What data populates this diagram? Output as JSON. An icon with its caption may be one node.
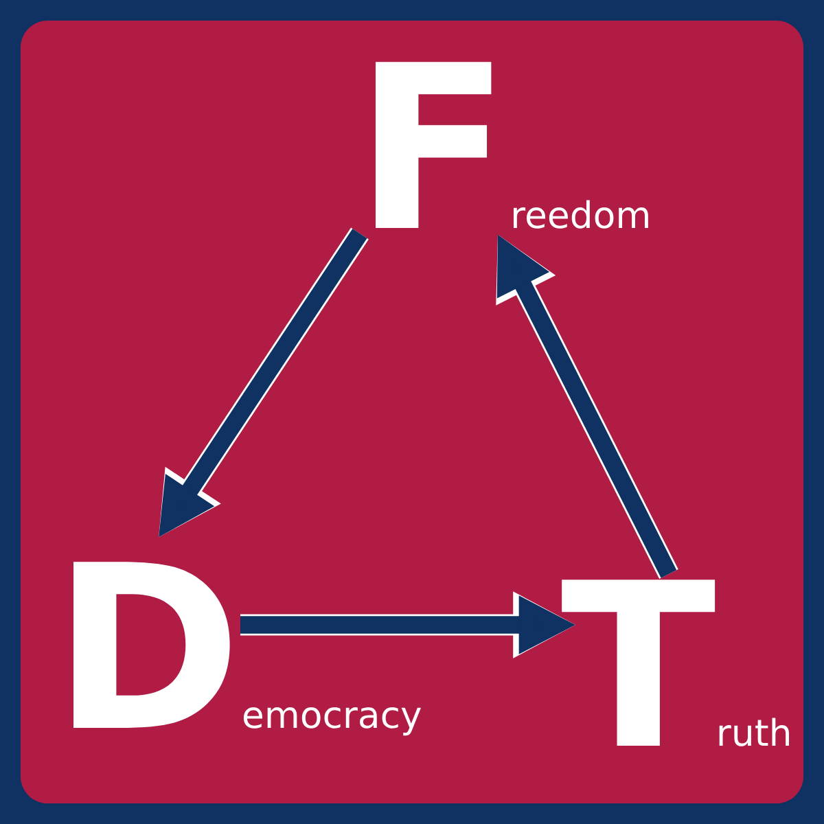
{
  "diagram": {
    "nodes": [
      {
        "text": [
          "F",
          "reedom"
        ]
      },
      {
        "text": [
          "D",
          "emocracy"
        ]
      },
      {
        "text": [
          "T",
          "ruth"
        ]
      }
    ],
    "edges": [
      {
        "from": 0,
        "to": 1,
        "arrow": "to"
      },
      {
        "from": 1,
        "to": 2,
        "arrow": "to"
      },
      {
        "from": 2,
        "to": 0,
        "arrow": "to"
      }
    ]
  }
}
